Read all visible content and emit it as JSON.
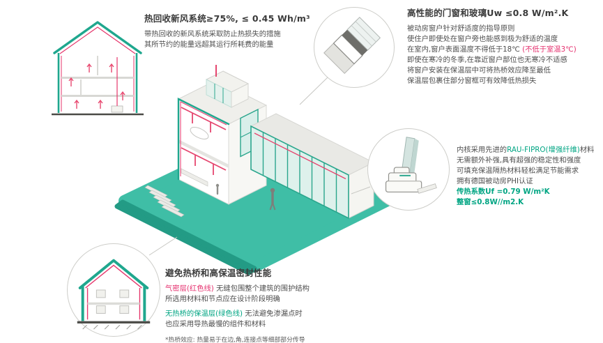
{
  "colors": {
    "teal_accent": "#00A78C",
    "ground_teal": "#3FBEA6",
    "ground_teal_dark": "#239B85",
    "pink_line": "#E5356B",
    "text_dark": "#3A3A3A",
    "text_body": "#4E4E4E"
  },
  "heat_recovery": {
    "title": "热回收新风系统≥75%, ≤ 0.45 Wh/m³",
    "lines": [
      "带热回收的新风系统采取防止热损失的措施",
      "其所节约的能量远超其运行所耗费的能量"
    ]
  },
  "windows": {
    "title": "高性能的门窗和玻璃Uw ≤0.8 W/m².K",
    "line1": "被动房窗户针对舒适度的指导原则",
    "line2": "使住户即使处在窗户旁也能感到极为舒适的温度",
    "temp_prefix": "在室内,窗户表面温度不得低于18℃ ",
    "temp_highlight": "(不低于室温3℃)",
    "line4": "即使在寒冷的冬季,在靠近窗户部位也无寒冷不适感",
    "line5": "将窗户安装在保温层中可将热桥效应降至最低",
    "line6": "保温层包裹住部分窗框可有效降低热损失"
  },
  "profile": {
    "line1_prefix": "内核采用先进的",
    "line1_highlight": "RAU-FIPRO(增强纤维)",
    "line1_suffix": "材料",
    "line2": "无需额外补强,具有超强的稳定性和强度",
    "line3": "可填充保温隔热材料轻松满足节能需求",
    "line4": "拥有德国被动房PHI认证",
    "metric1": "传热系数Uf =0.79 W/m²K",
    "metric2": "整窗≤0.8W//m2.K"
  },
  "thermal": {
    "title": "避免热桥和高保温密封性能",
    "airtight_label": "气密层(红色线)",
    "airtight_rest": " 无缝包围整个建筑的围护结构",
    "line2": "所选用材料和节点应在设计阶段明确",
    "insulation_label": "无热桥的保温层(绿色线)",
    "insulation_rest": " 无法避免渗漏点时",
    "line4": "也应采用导热最慢的组件和材料",
    "footnote": "*热桥效应: 热量易于在边,角,连接点等细部部分传导"
  },
  "illustrations": {
    "top_left": "house-cross-section-ventilation",
    "top_right": "window-corner-detail",
    "middle_right": "window-frame-profile",
    "bottom_left": "house-insulation-section",
    "center": "isometric-passive-house"
  }
}
